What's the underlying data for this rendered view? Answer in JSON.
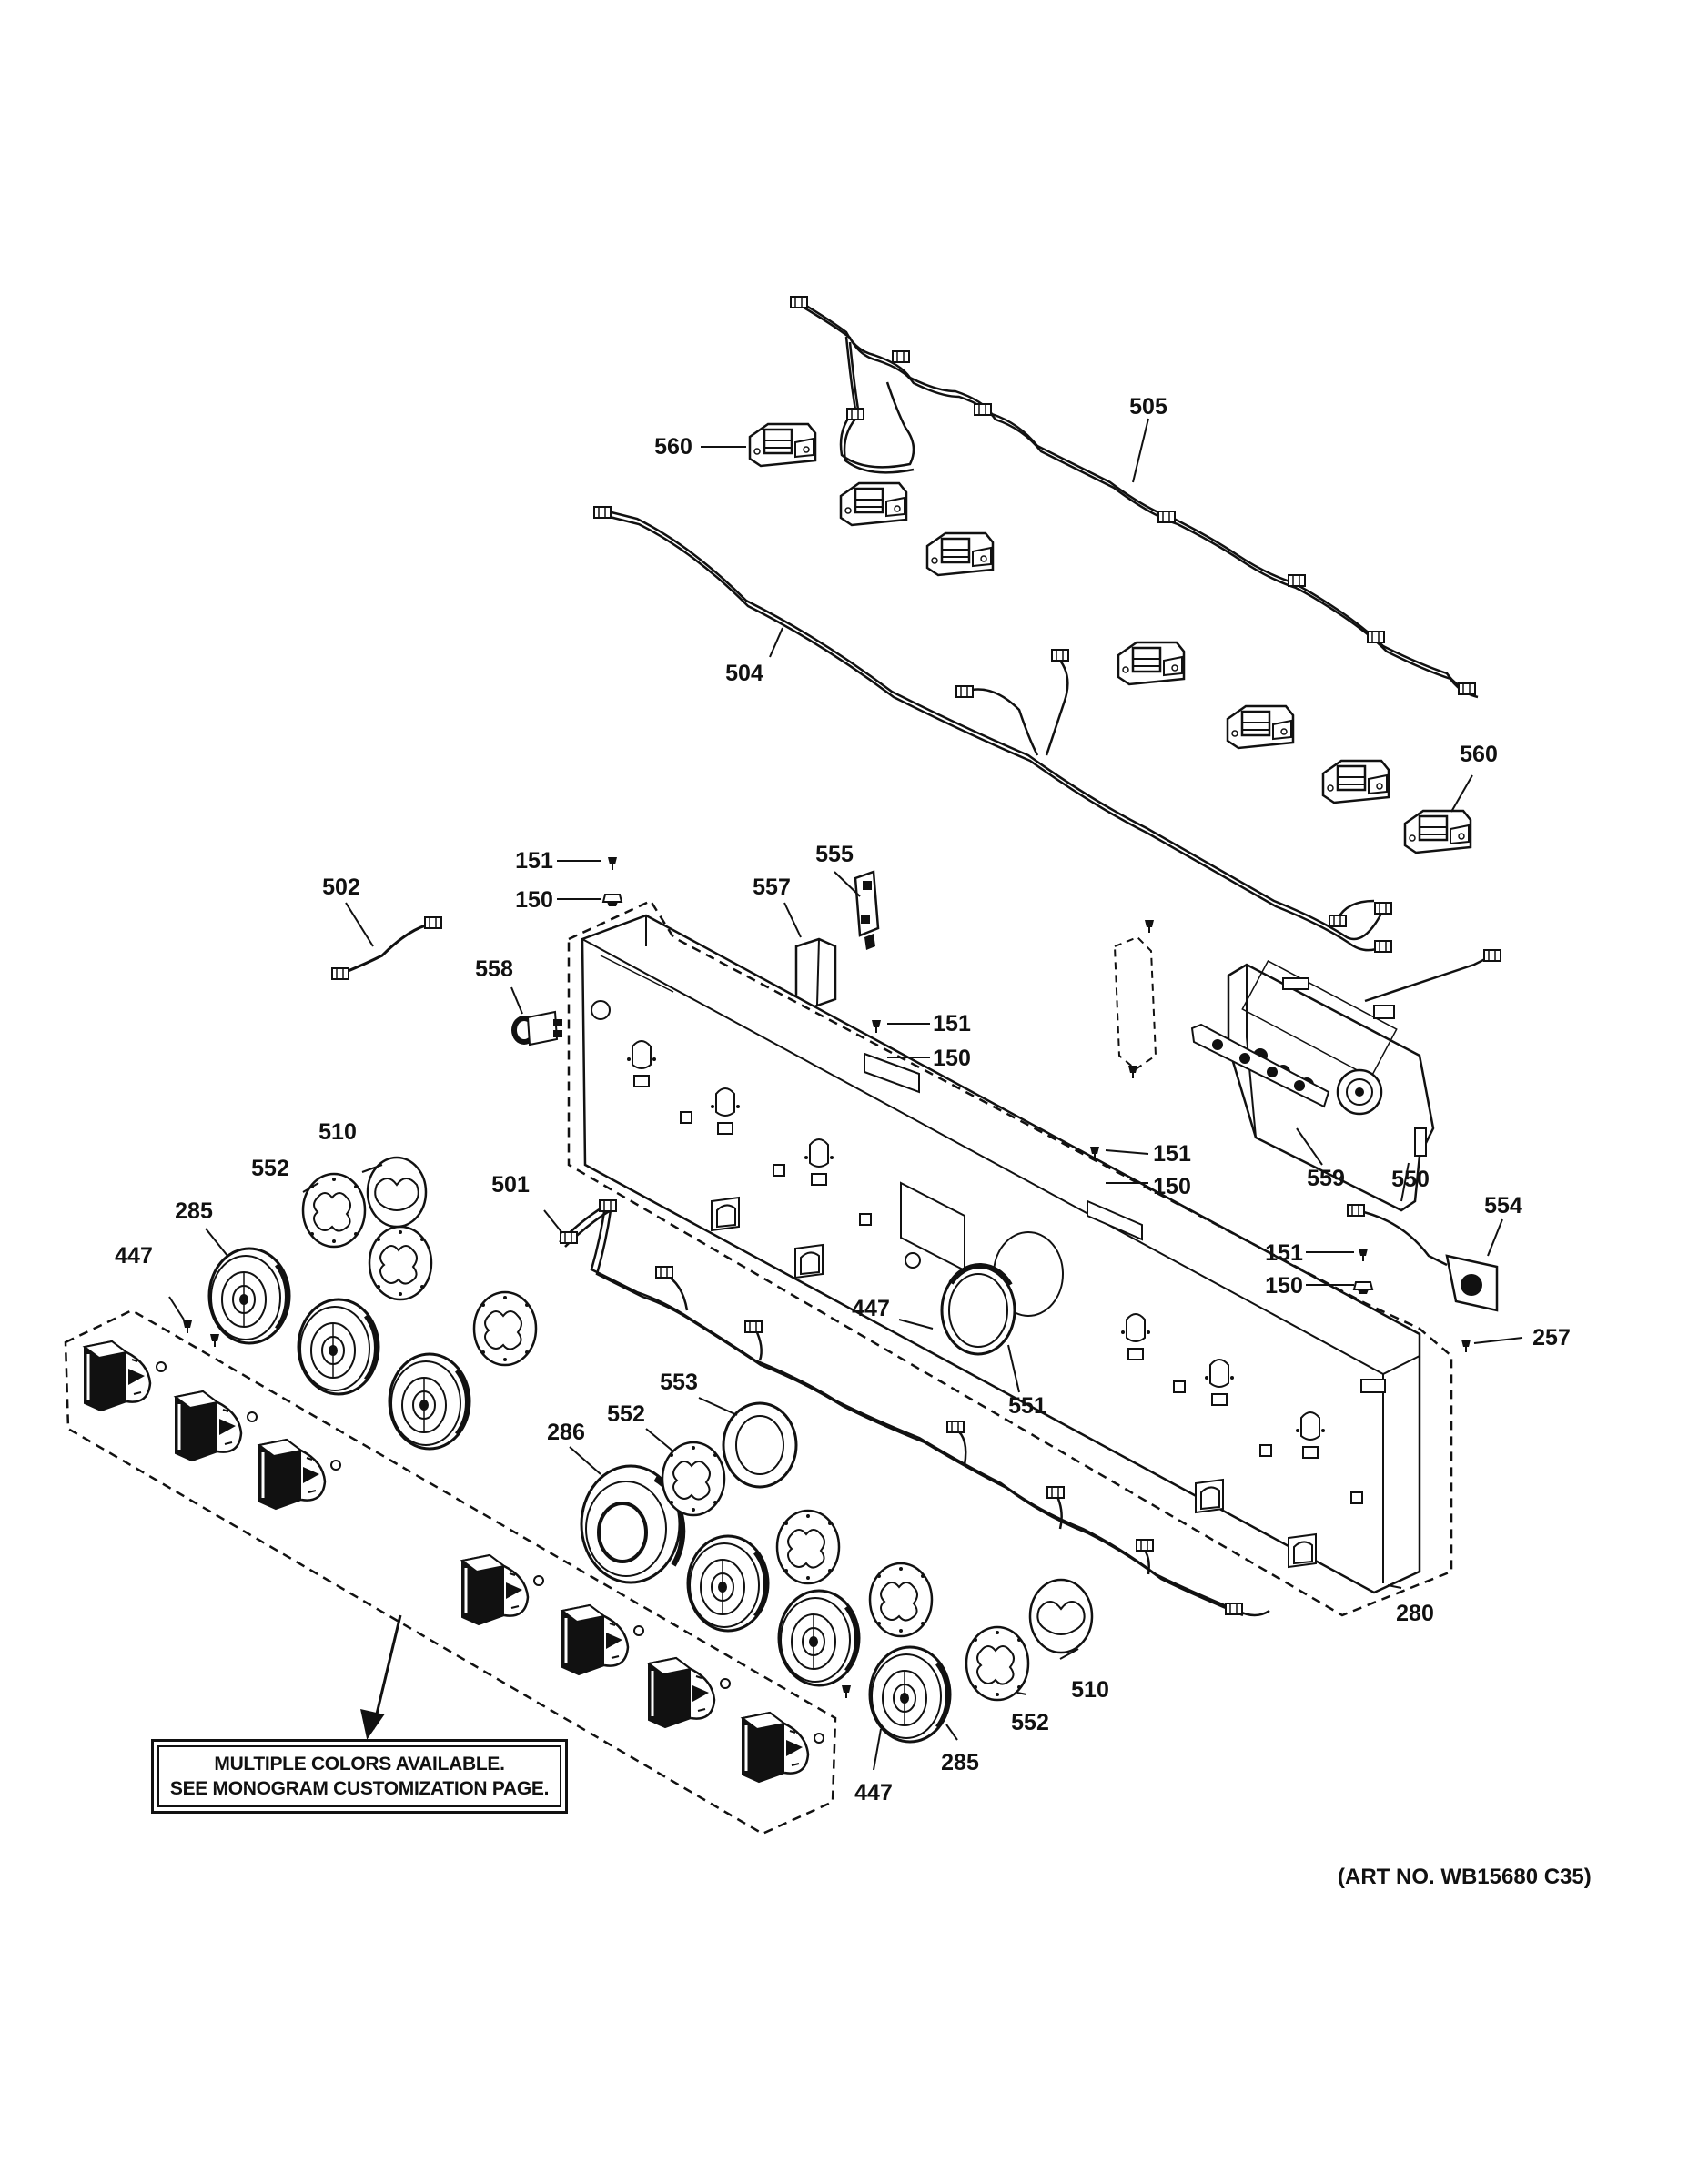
{
  "callouts": {
    "c505": "505",
    "c560a": "560",
    "c504": "504",
    "c560b": "560",
    "c502": "502",
    "c151a": "151",
    "c150a": "150",
    "c558": "558",
    "c557": "557",
    "c555": "555",
    "c151b": "151",
    "c150b": "150",
    "c510a": "510",
    "c552a": "552",
    "c285a": "285",
    "c447a": "447",
    "c501": "501",
    "c151c": "151",
    "c150c": "150",
    "c559": "559",
    "c550": "550",
    "c554": "554",
    "c151d": "151",
    "c150d": "150",
    "c447b": "447",
    "c257": "257",
    "c553": "553",
    "c552b": "552",
    "c286": "286",
    "c551": "551",
    "c280": "280",
    "c510b": "510",
    "c552c": "552",
    "c285b": "285",
    "c447c": "447"
  },
  "note": {
    "line1": "MULTIPLE COLORS AVAILABLE.",
    "line2": "SEE MONOGRAM CUSTOMIZATION PAGE."
  },
  "art_no": "(ART NO. WB15680 C35)"
}
